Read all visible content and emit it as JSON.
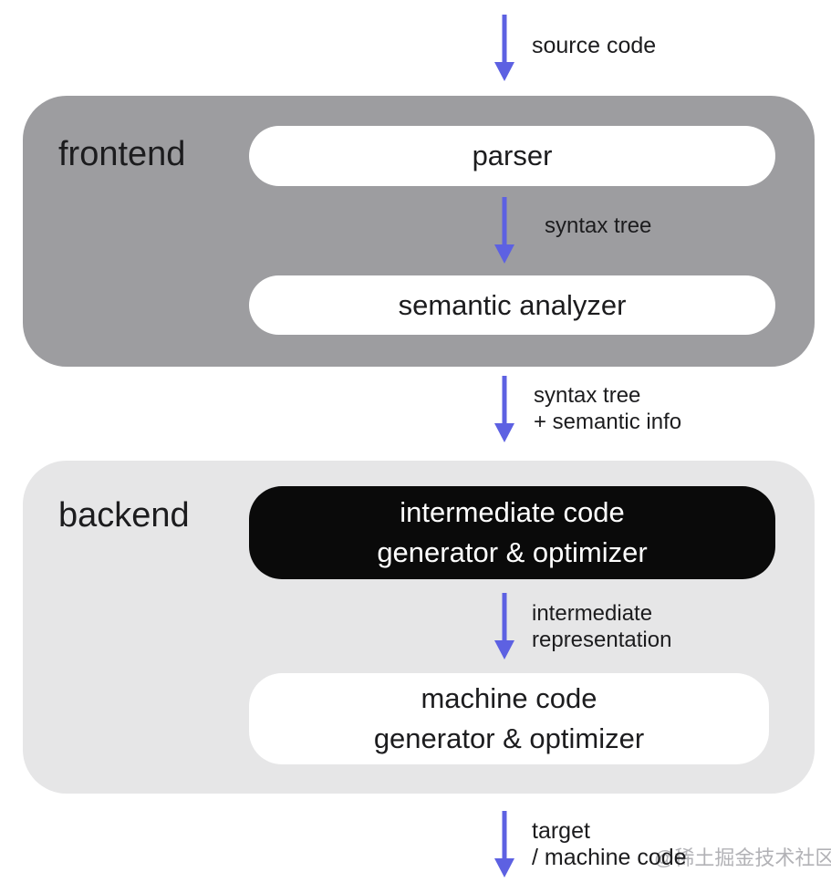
{
  "colors": {
    "page-bg": "#ffffff",
    "arrow": "#5d61e2",
    "frontend-bg": "#9d9da0",
    "backend-bg": "#e6e6e7",
    "pill-light-bg": "#ffffff",
    "pill-dark-bg": "#0a0a0a",
    "text-dark": "#1c1c1e",
    "text-light": "#ffffff",
    "watermark": "#b2b2b6"
  },
  "flow": {
    "input_label": "source code",
    "frontend": {
      "title": "frontend",
      "parser_label": "parser",
      "parser_output_label": "syntax tree",
      "semantic_label": "semantic analyzer"
    },
    "frontend_output": {
      "line1": "syntax tree",
      "line2": "+ semantic info"
    },
    "backend": {
      "title": "backend",
      "icg": {
        "line1": "intermediate code",
        "line2": "generator & optimizer"
      },
      "ir": {
        "line1": "intermediate",
        "line2": "representation"
      },
      "mcg": {
        "line1": "machine code",
        "line2": "generator & optimizer"
      }
    },
    "output": {
      "line1": "target",
      "line2": "/ machine code"
    },
    "watermark": "@稀土掘金技术社区"
  }
}
